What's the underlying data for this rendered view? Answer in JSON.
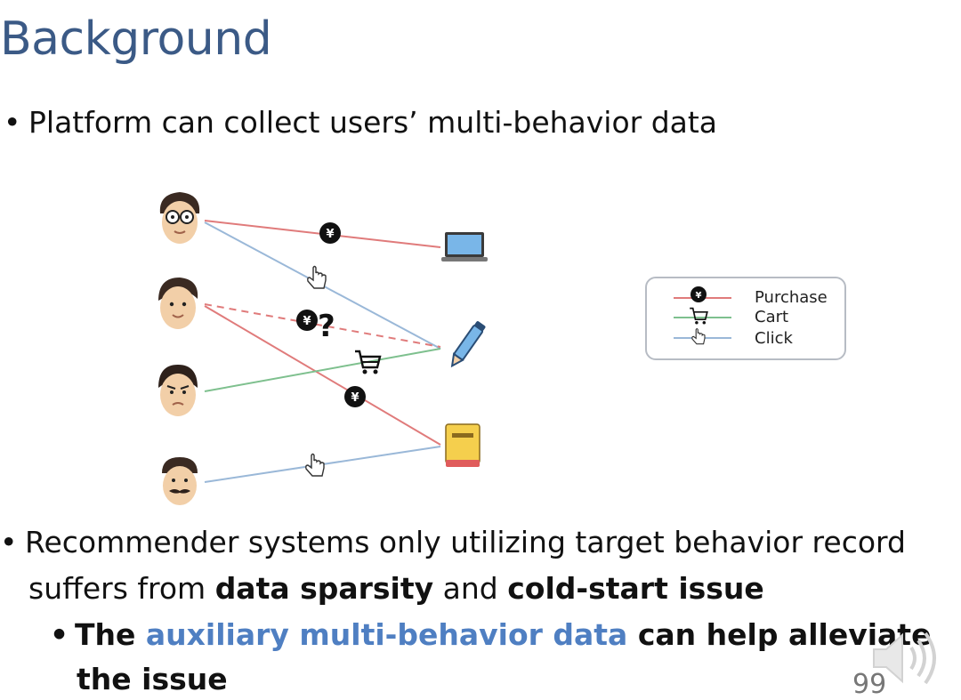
{
  "slide": {
    "title": "Background",
    "bullet1": "Platform can collect users’ multi-behavior data",
    "bullet2_text": "Recommender systems only utilizing target",
    "bullet2_text_end": "behavior record",
    "bullet2_line2_a": "suffers from ",
    "bullet2_bold1": "data sparsity",
    "bullet2_line2_b": " and ",
    "bullet2_bold2": "cold-start issue",
    "sub_bullet_a": "The ",
    "sub_bullet_accent": "auxiliary multi-behavior data",
    "sub_bullet_b": " can help alleviate",
    "sub_bullet_line2": "the issue",
    "bullet_marker": "•",
    "page_number": "99"
  },
  "legend": {
    "items": [
      {
        "label": "Purchase",
        "color": "#e07b7b",
        "icon": "yen-coin-icon"
      },
      {
        "label": "Cart",
        "color": "#7ec08e",
        "icon": "cart-icon"
      },
      {
        "label": "Click",
        "color": "#9ab8d8",
        "icon": "hand-pointer-icon"
      }
    ]
  },
  "diagram": {
    "question_mark": "?",
    "colors": {
      "purchase": "#e07b7b",
      "cart": "#7ec08e",
      "click": "#9ab8d8",
      "title": "#3b5a86",
      "accent": "#4f7fc2"
    },
    "users": [
      "user-glasses-icon",
      "user-young-icon",
      "user-angry-icon",
      "user-mustache-icon"
    ],
    "items": [
      "laptop-icon",
      "pen-icon",
      "book-icon"
    ]
  }
}
